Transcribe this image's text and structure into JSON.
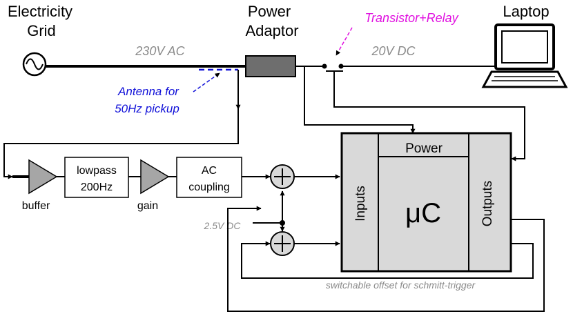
{
  "labels": {
    "electricity_grid_line1": "Electricity",
    "electricity_grid_line2": "Grid",
    "power_adaptor_line1": "Power",
    "power_adaptor_line2": "Adaptor",
    "transistor_relay": "Transistor+Relay",
    "laptop": "Laptop",
    "ac_230v": "230V AC",
    "dc_20v": "20V DC",
    "antenna_line1": "Antenna for",
    "antenna_line2": "50Hz pickup",
    "buffer": "buffer",
    "lowpass_line1": "lowpass",
    "lowpass_line2": "200Hz",
    "gain": "gain",
    "ac_coupling_line1": "AC",
    "ac_coupling_line2": "coupling",
    "dc_2_5v": "2.5V DC",
    "power_block": "Power",
    "inputs_block": "Inputs",
    "outputs_block": "Outputs",
    "microcontroller": "μC",
    "schmitt_offset": "switchable offset for schmitt-trigger"
  },
  "colors": {
    "line": "#000000",
    "block_fill": "#d9d9d9",
    "triangle_fill": "#a6a6a6",
    "adaptor_fill": "#6e6e6e",
    "annotation_gray": "#8a8a8a",
    "antenna_blue": "#1010d8",
    "relay_magenta": "#e010e0"
  }
}
